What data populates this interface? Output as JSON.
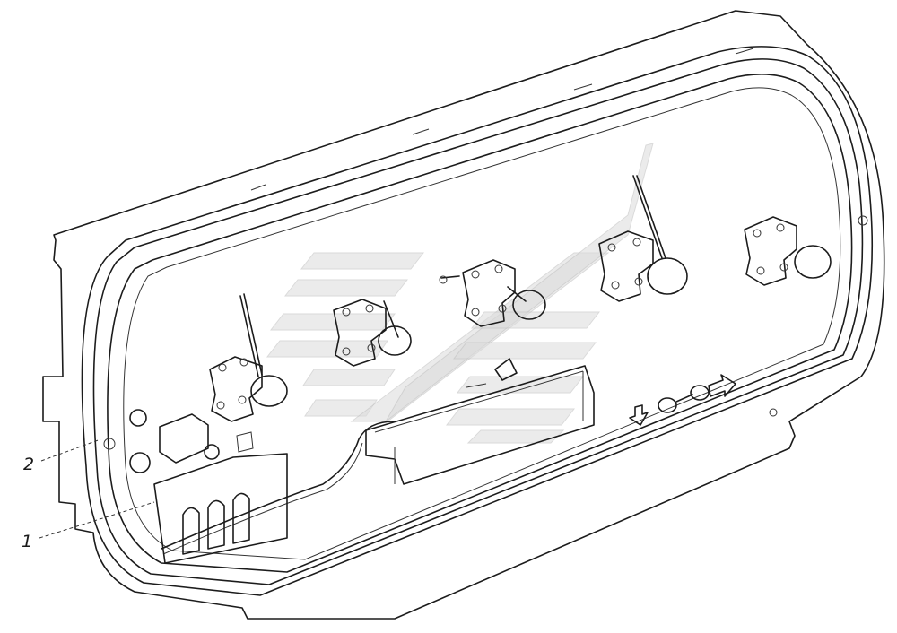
{
  "callouts": [
    {
      "id": "callout-1",
      "text": "1"
    },
    {
      "id": "callout-2",
      "text": "2"
    }
  ],
  "icons": {
    "arrow_down": "arrow-down-icon",
    "arrow_right": "arrow-right-icon",
    "watermark": "watermark-logo"
  }
}
